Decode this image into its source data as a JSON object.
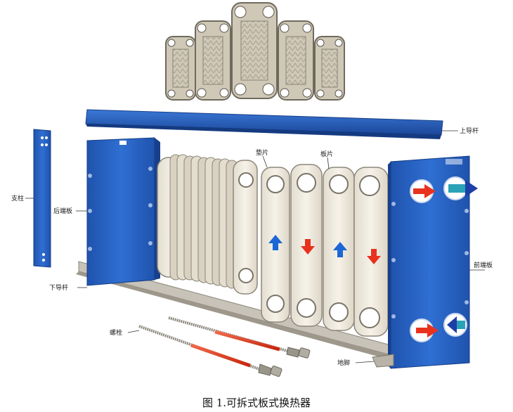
{
  "labels": {
    "upper_guide_bar": "上导杆",
    "support_column": "支柱",
    "rear_end_plate": "后端板",
    "gasket": "垫片",
    "plate": "板片",
    "front_end_plate": "前端板",
    "lower_guide_bar": "下导杆",
    "bolt": "螺栓",
    "foot": "地脚"
  },
  "caption": "图 1.可拆式板式换热器",
  "colors": {
    "frame_blue": "#2a63c4",
    "frame_dark": "#1d4a98",
    "plate_beige": "#efe9dc",
    "plate_edge": "#9b9486",
    "hot": "#e8321e",
    "cold": "#1c66d6"
  }
}
